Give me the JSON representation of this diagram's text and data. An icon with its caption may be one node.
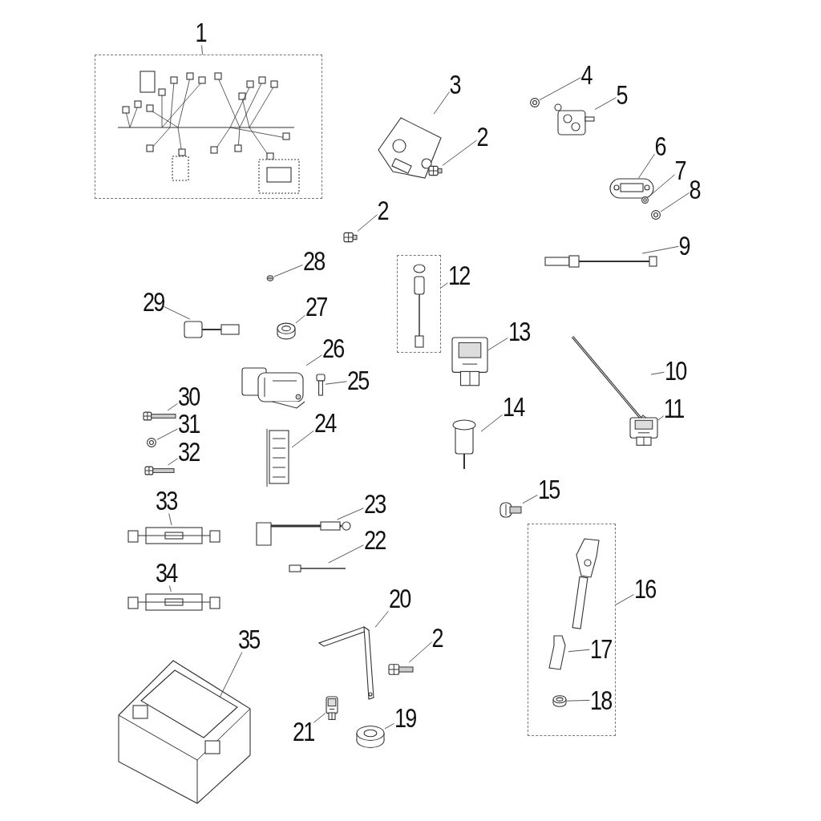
{
  "diagram": {
    "nodes": [
      {
        "text": [
          "1"
        ]
      },
      {
        "text": [],
        "shape": "box"
      },
      {
        "text": [
          "3"
        ]
      },
      {
        "text": [],
        "shape": "picture"
      },
      {
        "text": [
          "2"
        ]
      },
      {
        "text": [],
        "shape": "picture"
      },
      {
        "text": [
          "4"
        ]
      },
      {
        "text": [],
        "shape": "picture"
      },
      {
        "text": [
          "5"
        ]
      },
      {
        "text": [],
        "shape": "picture"
      },
      {
        "text": [
          "6"
        ]
      },
      {
        "text": [],
        "shape": "picture"
      },
      {
        "text": [
          "7"
        ]
      },
      {
        "text": [],
        "shape": "picture"
      },
      {
        "text": [
          "8"
        ]
      },
      {
        "text": [],
        "shape": "picture"
      },
      {
        "text": [
          "2"
        ]
      },
      {
        "text": [],
        "shape": "picture"
      },
      {
        "text": [
          "9"
        ]
      },
      {
        "text": [],
        "shape": "picture"
      },
      {
        "text": [
          "28"
        ]
      },
      {
        "text": [],
        "shape": "picture"
      },
      {
        "text": [
          "12"
        ]
      },
      {
        "text": [],
        "shape": "box"
      },
      {
        "text": [
          "29"
        ]
      },
      {
        "text": [],
        "shape": "picture"
      },
      {
        "text": [
          "27"
        ]
      },
      {
        "text": [],
        "shape": "picture"
      },
      {
        "text": [
          "13"
        ]
      },
      {
        "text": [],
        "shape": "picture"
      },
      {
        "text": [
          "26"
        ]
      },
      {
        "text": [],
        "shape": "picture"
      },
      {
        "text": [
          "10"
        ]
      },
      {
        "text": [],
        "shape": "picture"
      },
      {
        "text": [
          "25"
        ]
      },
      {
        "text": [],
        "shape": "picture"
      },
      {
        "text": [
          "30"
        ]
      },
      {
        "text": [],
        "shape": "picture"
      },
      {
        "text": [
          "14"
        ]
      },
      {
        "text": [],
        "shape": "picture"
      },
      {
        "text": [
          "11"
        ]
      },
      {
        "text": [],
        "shape": "picture"
      },
      {
        "text": [
          "31"
        ]
      },
      {
        "text": [],
        "shape": "picture"
      },
      {
        "text": [
          "24"
        ]
      },
      {
        "text": [],
        "shape": "picture"
      },
      {
        "text": [
          "32"
        ]
      },
      {
        "text": [],
        "shape": "picture"
      },
      {
        "text": [
          "15"
        ]
      },
      {
        "text": [],
        "shape": "picture"
      },
      {
        "text": [
          "33"
        ]
      },
      {
        "text": [],
        "shape": "picture"
      },
      {
        "text": [
          "23"
        ]
      },
      {
        "text": [],
        "shape": "picture"
      },
      {
        "text": [
          "22"
        ]
      },
      {
        "text": [],
        "shape": "picture"
      },
      {
        "text": [
          "16"
        ]
      },
      {
        "text": [],
        "shape": "box"
      },
      {
        "text": [
          "17"
        ],
        "in": 57
      },
      {
        "text": [],
        "shape": "picture",
        "in": 57
      },
      {
        "text": [
          "18"
        ],
        "in": 57
      },
      {
        "text": [],
        "shape": "picture",
        "in": 57
      },
      {
        "text": [
          "34"
        ]
      },
      {
        "text": [],
        "shape": "picture"
      },
      {
        "text": [
          "20"
        ]
      },
      {
        "text": [],
        "shape": "picture"
      },
      {
        "text": [
          "35"
        ]
      },
      {
        "text": [],
        "shape": "picture"
      },
      {
        "text": [
          "2"
        ]
      },
      {
        "text": [],
        "shape": "picture"
      },
      {
        "text": [
          "21"
        ]
      },
      {
        "text": [],
        "shape": "picture"
      },
      {
        "text": [
          "19"
        ]
      },
      {
        "text": [],
        "shape": "picture"
      }
    ],
    "edges": [
      {
        "from": 0,
        "to": 1,
        "arrow": "none"
      },
      {
        "from": 2,
        "to": 3,
        "arrow": "none"
      },
      {
        "from": 4,
        "to": 5,
        "arrow": "none"
      },
      {
        "from": 6,
        "to": 7,
        "arrow": "none"
      },
      {
        "from": 8,
        "to": 9,
        "arrow": "none"
      },
      {
        "from": 10,
        "to": 11,
        "arrow": "none"
      },
      {
        "from": 12,
        "to": 13,
        "arrow": "none"
      },
      {
        "from": 14,
        "to": 15,
        "arrow": "none"
      },
      {
        "from": 16,
        "to": 17,
        "arrow": "none"
      },
      {
        "from": 18,
        "to": 19,
        "arrow": "none"
      },
      {
        "from": 20,
        "to": 21,
        "arrow": "none"
      },
      {
        "from": 22,
        "to": 23,
        "arrow": "none"
      },
      {
        "from": 24,
        "to": 25,
        "arrow": "none"
      },
      {
        "from": 26,
        "to": 27,
        "arrow": "none"
      },
      {
        "from": 28,
        "to": 29,
        "arrow": "none"
      },
      {
        "from": 30,
        "to": 31,
        "arrow": "none"
      },
      {
        "from": 32,
        "to": 33,
        "arrow": "none"
      },
      {
        "from": 34,
        "to": 35,
        "arrow": "none"
      },
      {
        "from": 36,
        "to": 37,
        "arrow": "none"
      },
      {
        "from": 38,
        "to": 39,
        "arrow": "none"
      },
      {
        "from": 40,
        "to": 41,
        "arrow": "none"
      },
      {
        "from": 42,
        "to": 43,
        "arrow": "none"
      },
      {
        "from": 44,
        "to": 45,
        "arrow": "none"
      },
      {
        "from": 46,
        "to": 47,
        "arrow": "none"
      },
      {
        "from": 48,
        "to": 49,
        "arrow": "none"
      },
      {
        "from": 50,
        "to": 51,
        "arrow": "none"
      },
      {
        "from": 52,
        "to": 53,
        "arrow": "none"
      },
      {
        "from": 54,
        "to": 55,
        "arrow": "none"
      },
      {
        "from": 56,
        "to": 57,
        "arrow": "none"
      },
      {
        "from": 58,
        "to": 59,
        "arrow": "none"
      },
      {
        "from": 60,
        "to": 61,
        "arrow": "none"
      },
      {
        "from": 62,
        "to": 63,
        "arrow": "none"
      },
      {
        "from": 64,
        "to": 65,
        "arrow": "none"
      },
      {
        "from": 66,
        "to": 67,
        "arrow": "none"
      },
      {
        "from": 68,
        "to": 69,
        "arrow": "none"
      },
      {
        "from": 70,
        "to": 71,
        "arrow": "none"
      },
      {
        "from": 72,
        "to": 73,
        "arrow": "none"
      }
    ]
  }
}
